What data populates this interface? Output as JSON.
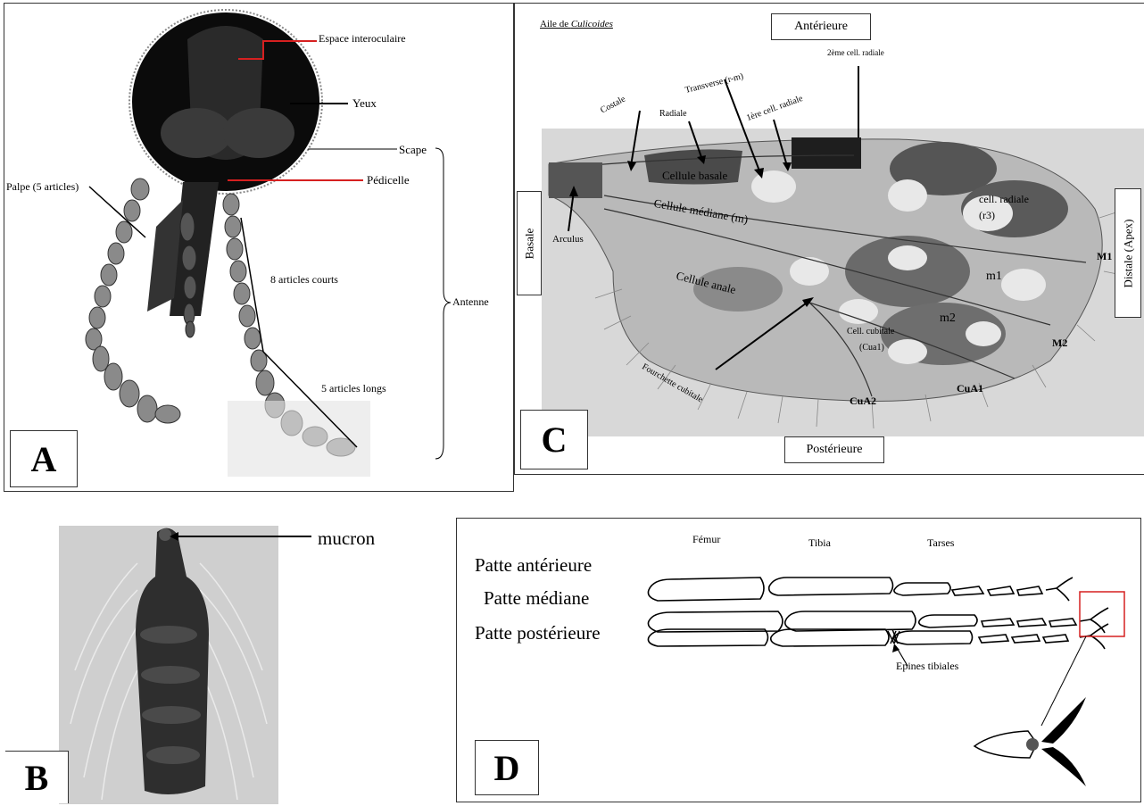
{
  "panel_a": {
    "letter": "A",
    "labels": {
      "interocular": "Espace interoculaire",
      "eyes": "Yeux",
      "scape": "Scape",
      "pedicel": "Pédicelle",
      "palp": "Palpe (5 articles)",
      "short_segments": "8 articles courts",
      "antenna": "Antenne",
      "long_segments": "5 articles longs"
    }
  },
  "panel_b": {
    "letter": "B",
    "labels": {
      "mucron": "mucron"
    }
  },
  "panel_c": {
    "letter": "C",
    "caption_prefix": "Aile de ",
    "caption_genus": "Culicoides",
    "orientation": {
      "anterior": "Antérieure",
      "posterior": "Postérieure",
      "basal": "Basale",
      "distal": "Distale (Apex)"
    },
    "labels": {
      "costale": "Costale",
      "radiale": "Radiale",
      "transverse": "Transverse (r-m)",
      "first_radial": "1ère cell. radiale",
      "second_radial": "2ème cell. radiale",
      "basal_cell": "Cellule basale",
      "median_cell": "Cellule médiane (m)",
      "anal_cell": "Cellule anale",
      "radial_cell": "cell. radiale",
      "r3": "(r3)",
      "arculus": "Arculus",
      "m1_vein": "M1",
      "m1_cell": "m1",
      "m2_cell": "m2",
      "m2_vein": "M2",
      "cubital_cell": "Cell. cubitale",
      "cua1_cell": "(Cua1)",
      "fork": "Fourchette cubitale",
      "cua1": "CuA1",
      "cua2": "CuA2"
    }
  },
  "panel_d": {
    "letter": "D",
    "headers": {
      "femur": "Fémur",
      "tibia": "Tibia",
      "tarsi": "Tarses"
    },
    "legs": [
      {
        "label": "Patte antérieure"
      },
      {
        "label": "Patte médiane"
      },
      {
        "label": "Patte postérieure"
      }
    ],
    "annotation": "Epines tibiales"
  }
}
